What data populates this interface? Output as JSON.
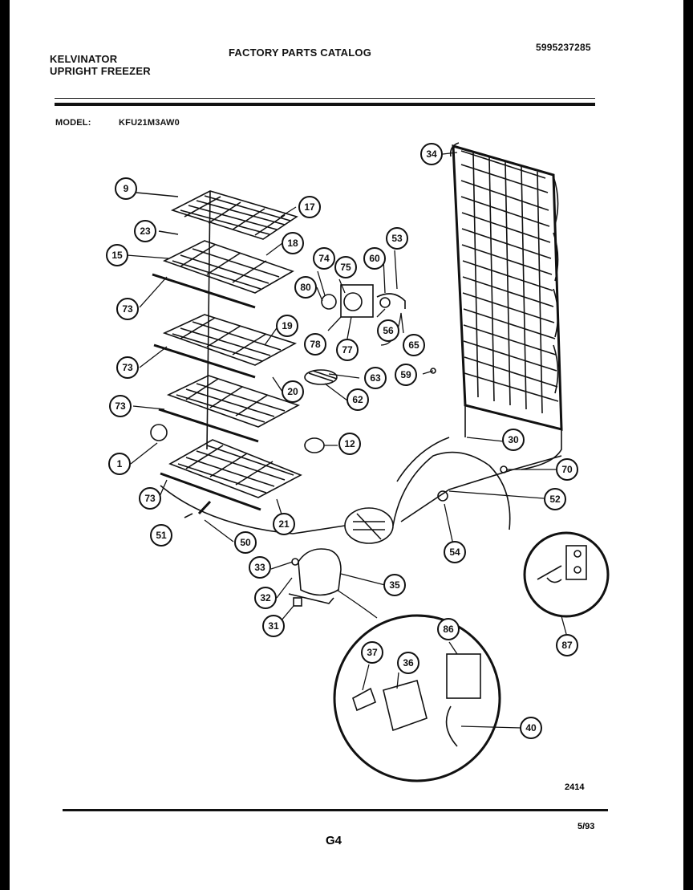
{
  "header": {
    "brand_line1": "KELVINATOR",
    "brand_line2": "UPRIGHT FREEZER",
    "catalog_title": "FACTORY PARTS CATALOG",
    "catalog_number": "5995237285",
    "model_label": "MODEL:",
    "model_value": "KFU21M3AW0"
  },
  "footer": {
    "figure_number": "2414",
    "page": "G4",
    "date": "5/93"
  },
  "callouts": [
    "34",
    "9",
    "17",
    "23",
    "18",
    "53",
    "15",
    "74",
    "75",
    "60",
    "80",
    "73",
    "19",
    "56",
    "78",
    "77",
    "65",
    "73",
    "63",
    "59",
    "20",
    "62",
    "73",
    "30",
    "1",
    "12",
    "70",
    "52",
    "73",
    "21",
    "54",
    "51",
    "50",
    "33",
    "35",
    "32",
    "31",
    "86",
    "37",
    "36",
    "40",
    "87"
  ]
}
